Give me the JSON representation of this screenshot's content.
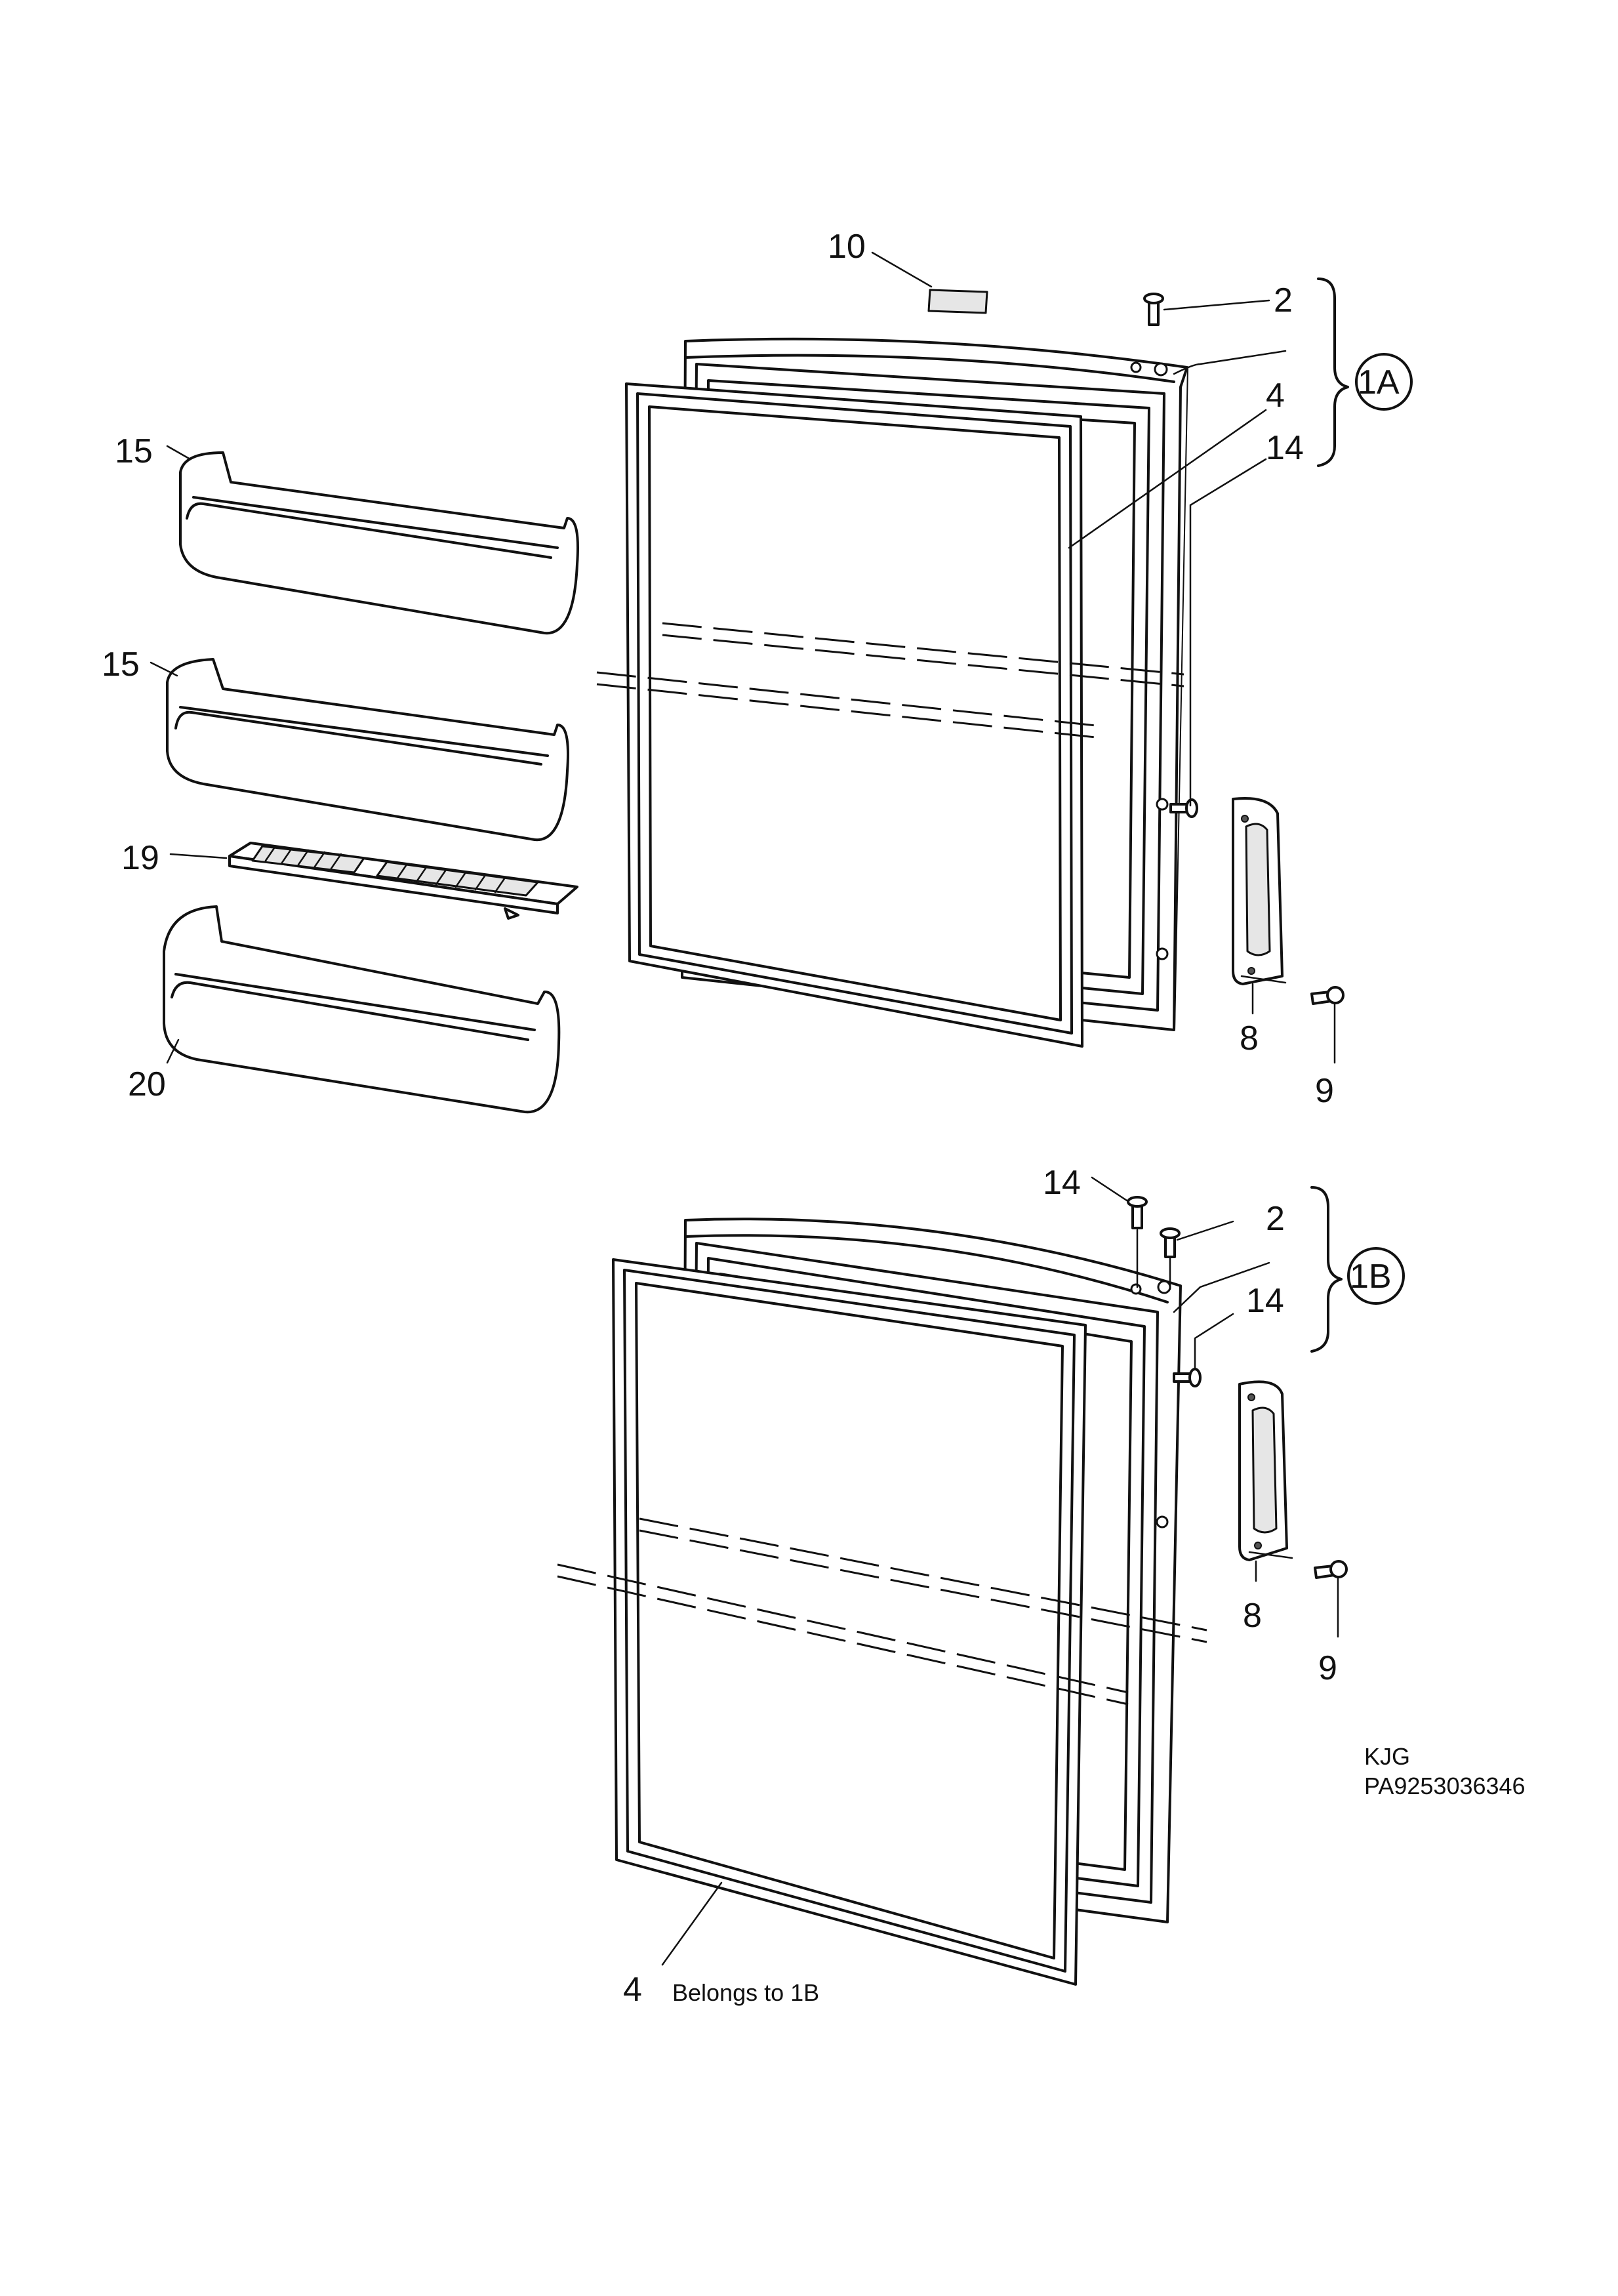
{
  "labels": {
    "p10": "10",
    "p2_top": "2",
    "p1a": "1A",
    "p4_top": "4",
    "p14_top": "14",
    "p15_a": "15",
    "p15_b": "15",
    "p19": "19",
    "p20": "20",
    "p8_top": "8",
    "p9_top": "9",
    "p14_bot_a": "14",
    "p2_bot": "2",
    "p1b": "1B",
    "p14_bot_b": "14",
    "p8_bot": "8",
    "p9_bot": "9",
    "p4_bot": "4",
    "belongs": "Belongs to 1B"
  },
  "reference": {
    "code": "KJG",
    "number": "PA9253036346"
  }
}
